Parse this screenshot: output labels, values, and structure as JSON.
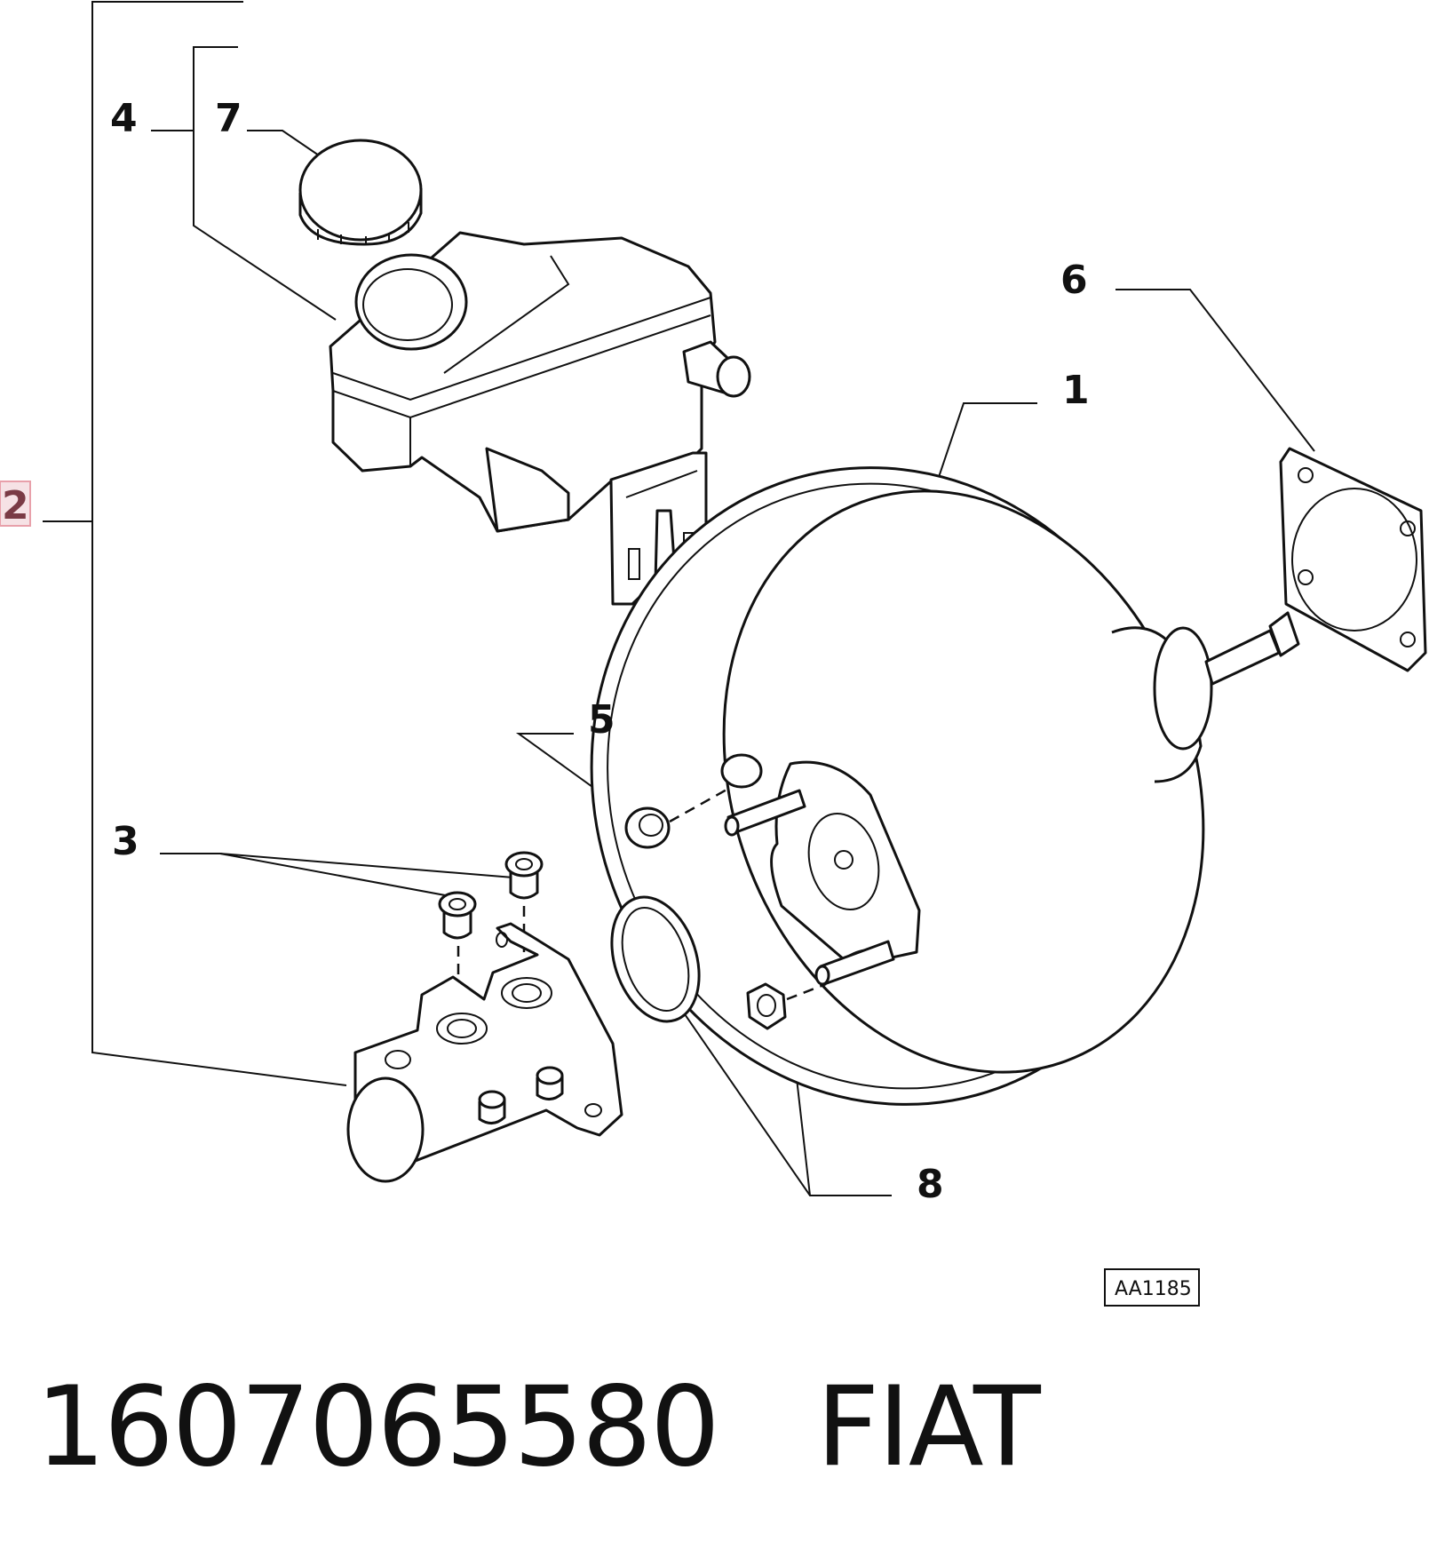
{
  "callouts": {
    "c1": "1",
    "c2": "2",
    "c3": "3",
    "c4": "4",
    "c5": "5",
    "c6": "6",
    "c7": "7",
    "c8": "8"
  },
  "highlight_color": "#e8a0aa",
  "reference_code": "AA1185",
  "footer": {
    "part_number": "1607065580",
    "brand": "FIAT"
  }
}
